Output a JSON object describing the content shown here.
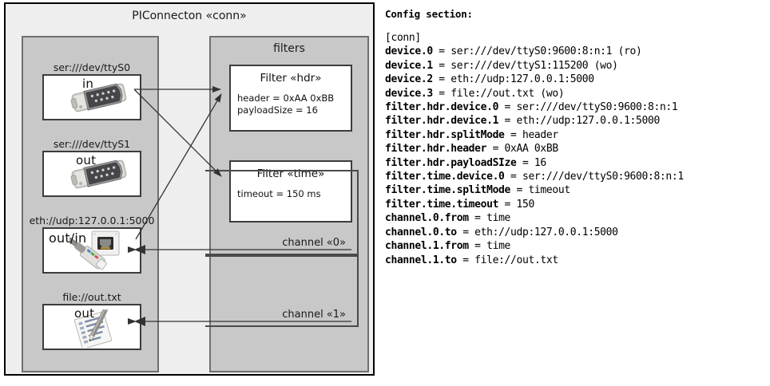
{
  "diagram": {
    "title": "PIConnecton «conn»",
    "devices_group": {
      "name": "devices-group",
      "devices": [
        {
          "label": "ser:///dev/ttyS0",
          "io": "in",
          "icon": "serial-port-icon"
        },
        {
          "label": "ser:///dev/ttyS1",
          "io": "out",
          "icon": "serial-port-icon"
        },
        {
          "label": "eth://udp:127.0.0.1:5000",
          "io": "out/in",
          "icon": "ethernet-jack-icon"
        },
        {
          "label": "file://out.txt",
          "io": "out",
          "icon": "text-document-icon"
        }
      ]
    },
    "filters_group": {
      "title": "filters",
      "filters": [
        {
          "title": "Filter «hdr»",
          "props": [
            "header = 0xAA 0xBB",
            "payloadSize = 16"
          ]
        },
        {
          "title": "Filter «time»",
          "props": [
            "timeout = 150 ms"
          ]
        }
      ]
    },
    "channels": [
      {
        "label": "channel «0»"
      },
      {
        "label": "channel «1»"
      }
    ]
  },
  "config": {
    "heading": "Config section:",
    "lines": [
      "[conn]",
      "device.0 = ser:///dev/ttyS0:9600:8:n:1 (ro)",
      "device.1 = ser:///dev/ttyS1:115200 (wo)",
      "device.2 = eth://udp:127.0.0.1:5000",
      "device.3 = file://out.txt (wo)",
      "filter.hdr.device.0 = ser:///dev/ttyS0:9600:8:n:1",
      "filter.hdr.device.1 = eth://udp:127.0.0.1:5000",
      "filter.hdr.splitMode = header",
      "filter.hdr.header = 0xAA 0xBB",
      "filter.hdr.payloadSIze = 16",
      "filter.time.device.0 = ser:///dev/ttyS0:9600:8:n:1",
      "filter.time.splitMode = timeout",
      "filter.time.timeout = 150",
      "channel.0.from = time",
      "channel.0.to = eth://udp:127.0.0.1:5000",
      "channel.1.from = time",
      "channel.1.to = file://out.txt"
    ]
  },
  "colors": {
    "frame_bg": "#eeeeee",
    "group_bg": "#c8c8c8",
    "card_bg": "#ffffff",
    "outline": "#000000",
    "group_outline": "#6f6f6f",
    "card_outline": "#3c3c3c",
    "wire": "#333333"
  }
}
